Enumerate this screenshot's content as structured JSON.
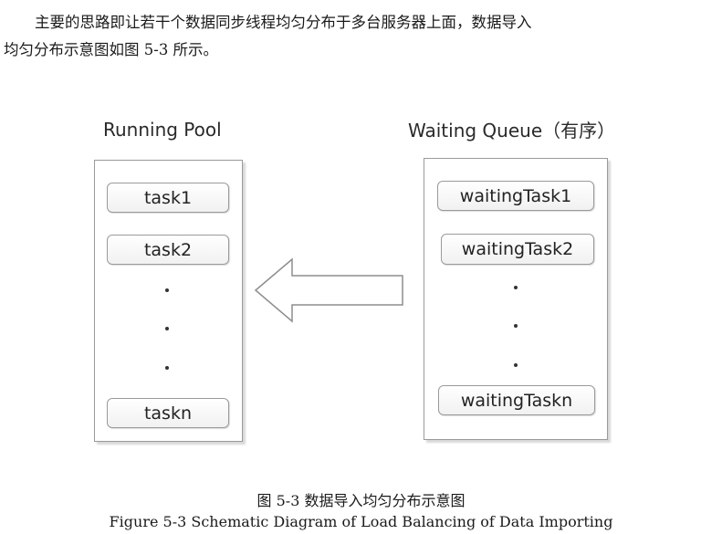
{
  "paragraph": {
    "line1": "主要的思路即让若干个数据同步线程均匀分布于多台服务器上面，数据导入",
    "line2": "均匀分布示意图如图 5-3 所示。"
  },
  "diagram": {
    "running_pool": {
      "title": "Running Pool",
      "tasks": [
        "task1",
        "task2",
        "taskn"
      ]
    },
    "waiting_queue": {
      "title": "Waiting Queue（有序）",
      "tasks": [
        "waitingTask1",
        "waitingTask2",
        "waitingTaskn"
      ]
    },
    "arrow_direction": "left"
  },
  "caption": {
    "chinese": "图 5-3  数据导入均匀分布示意图",
    "english": "Figure 5-3 Schematic Diagram of Load Balancing of Data Importing"
  }
}
